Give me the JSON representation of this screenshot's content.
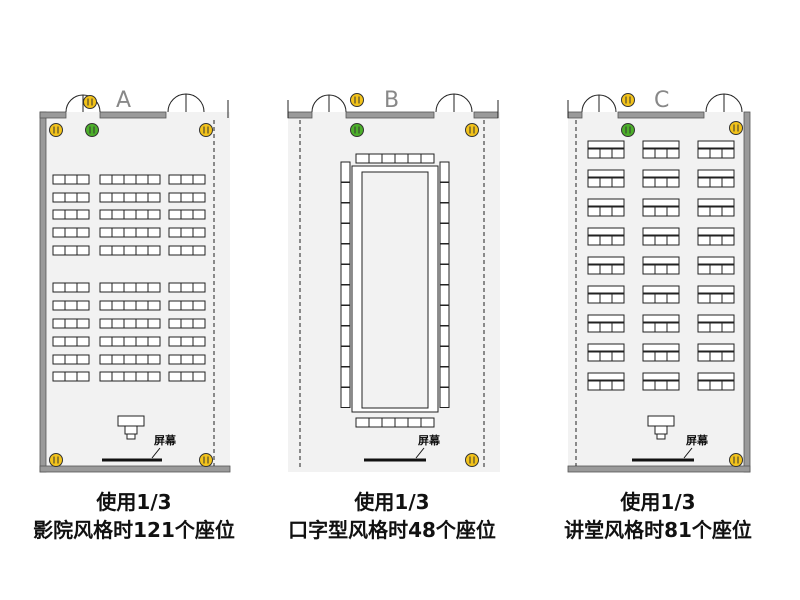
{
  "layouts": [
    {
      "id": "A",
      "letter": "A",
      "screen_label": "屏幕",
      "usage": "使用1/3",
      "description": "影院风格时121个座位"
    },
    {
      "id": "B",
      "letter": "B",
      "screen_label": "屏幕",
      "usage": "使用1/3",
      "description": "口字型风格时48个座位"
    },
    {
      "id": "C",
      "letter": "C",
      "screen_label": "屏幕",
      "usage": "使用1/3",
      "description": "讲堂风格时81个座位"
    }
  ],
  "colors": {
    "wall": "#9a9a9a",
    "floor": "#f2f2f2",
    "line": "#222222",
    "outlet_yellow": "#f3c31a",
    "outlet_green": "#4caf2a",
    "screen": "#111111"
  },
  "icons": [
    "door-icon",
    "outlet-icon",
    "speaker-icon",
    "lectern-icon",
    "screen-icon"
  ]
}
